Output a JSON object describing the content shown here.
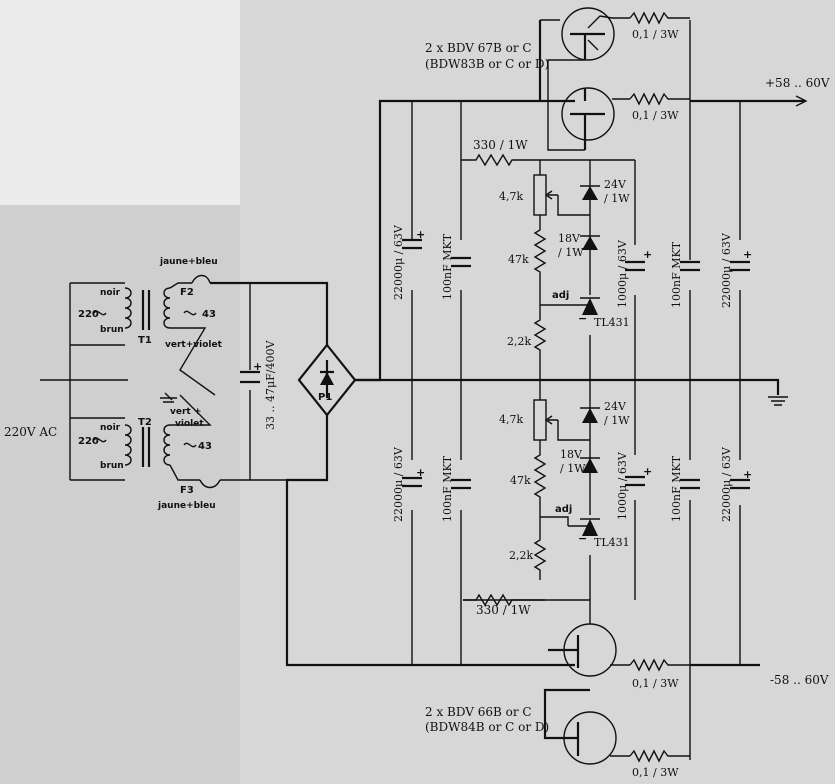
{
  "labels": {
    "npn_pair": "2 x BDV 67B or C",
    "npn_alt": "(BDW83B or C or D)",
    "pnp_pair": "2 x BDV 66B or C",
    "pnp_alt": "(BDW84B or C or D)",
    "r_emit_1": "0,1 / 3W",
    "r_emit_2": "0,1 / 3W",
    "r_emit_3": "0,1 / 3W",
    "r_emit_4": "0,1 / 3W",
    "out_pos": "+58 .. 60V",
    "out_neg": "-58 .. 60V",
    "r330_top": "330 / 1W",
    "r330_bot": "330 / 1W",
    "pot_top": "4,7k",
    "pot_bot": "4,7k",
    "r47_top": "47k",
    "r47_bot": "47k",
    "r22_top": "2,2k",
    "r22_bot": "2,2k",
    "z24_top_a": "24V",
    "z24_top_b": "/ 1W",
    "z18_top_a": "18V",
    "z18_top_b": "/ 1W",
    "z24_bot_a": "24V",
    "z24_bot_b": "/ 1W",
    "z18_bot_a": "18V",
    "z18_bot_b": "/ 1W",
    "adj_top": "adj",
    "adj_bot": "adj",
    "tl_top": "TL431",
    "tl_bot": "TL431",
    "c22000_1": "22000μ / 63V",
    "c22000_2": "22000μ / 63V",
    "c22000_3": "22000μ / 63V",
    "c22000_4": "22000μ / 63V",
    "c100n_1": "100nF MKT",
    "c100n_2": "100nF MKT",
    "c100n_3": "100nF MKT",
    "c100n_4": "100nF MKT",
    "c1000_1": "1000μ / 63V",
    "c1000_2": "1000μ / 63V",
    "c47": "33 .. 47μF/400V",
    "bridge": "P1",
    "ac_in": "220V AC",
    "t1": "T1",
    "t2": "T2",
    "f2": "F2",
    "f3": "F3",
    "jaune_bleu_1": "jaune+bleu",
    "jaune_bleu_2": "jaune+bleu",
    "vert_violet_1": "vert+violet",
    "vert_violet_2a": "vert +",
    "vert_violet_2b": "violet",
    "noir_1": "noir",
    "noir_2": "noir",
    "brun_1": "brun",
    "brun_2": "brun",
    "v220_1": "220",
    "v220_2": "220",
    "v43_1": "43",
    "v43_2": "43"
  }
}
